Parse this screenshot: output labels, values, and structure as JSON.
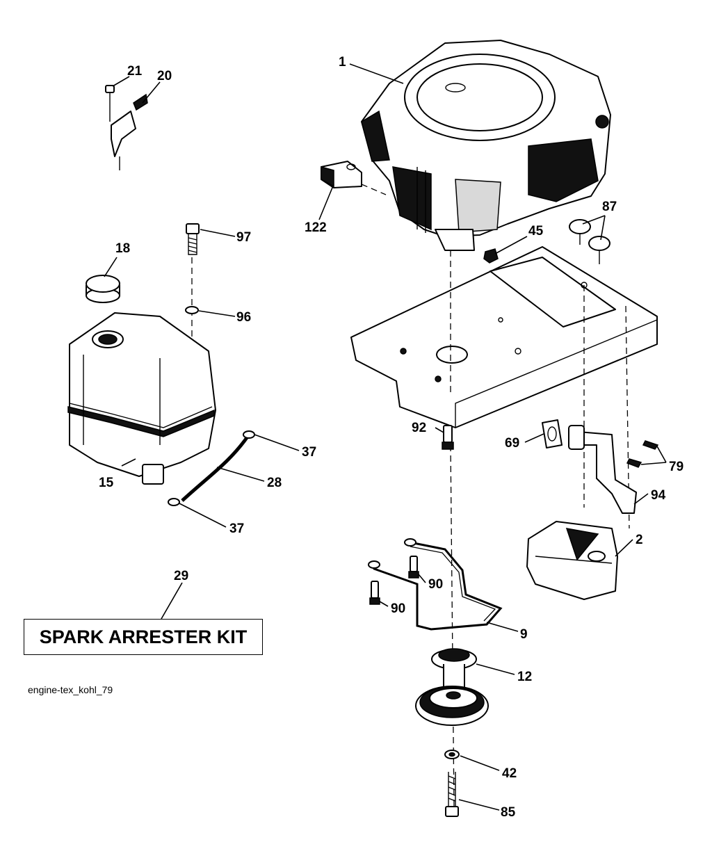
{
  "diagram": {
    "file_name": "engine-tex_kohl_79",
    "kit_box_text": "SPARK ARRESTER KIT",
    "callouts": {
      "c1": "1",
      "c2": "2",
      "c9": "9",
      "c12": "12",
      "c15": "15",
      "c18": "18",
      "c20": "20",
      "c21": "21",
      "c28": "28",
      "c29": "29",
      "c37a": "37",
      "c37b": "37",
      "c42": "42",
      "c45": "45",
      "c69": "69",
      "c79": "79",
      "c85": "85",
      "c87": "87",
      "c90a": "90",
      "c90b": "90",
      "c92": "92",
      "c94": "94",
      "c96": "96",
      "c97": "97",
      "c122": "122"
    }
  }
}
